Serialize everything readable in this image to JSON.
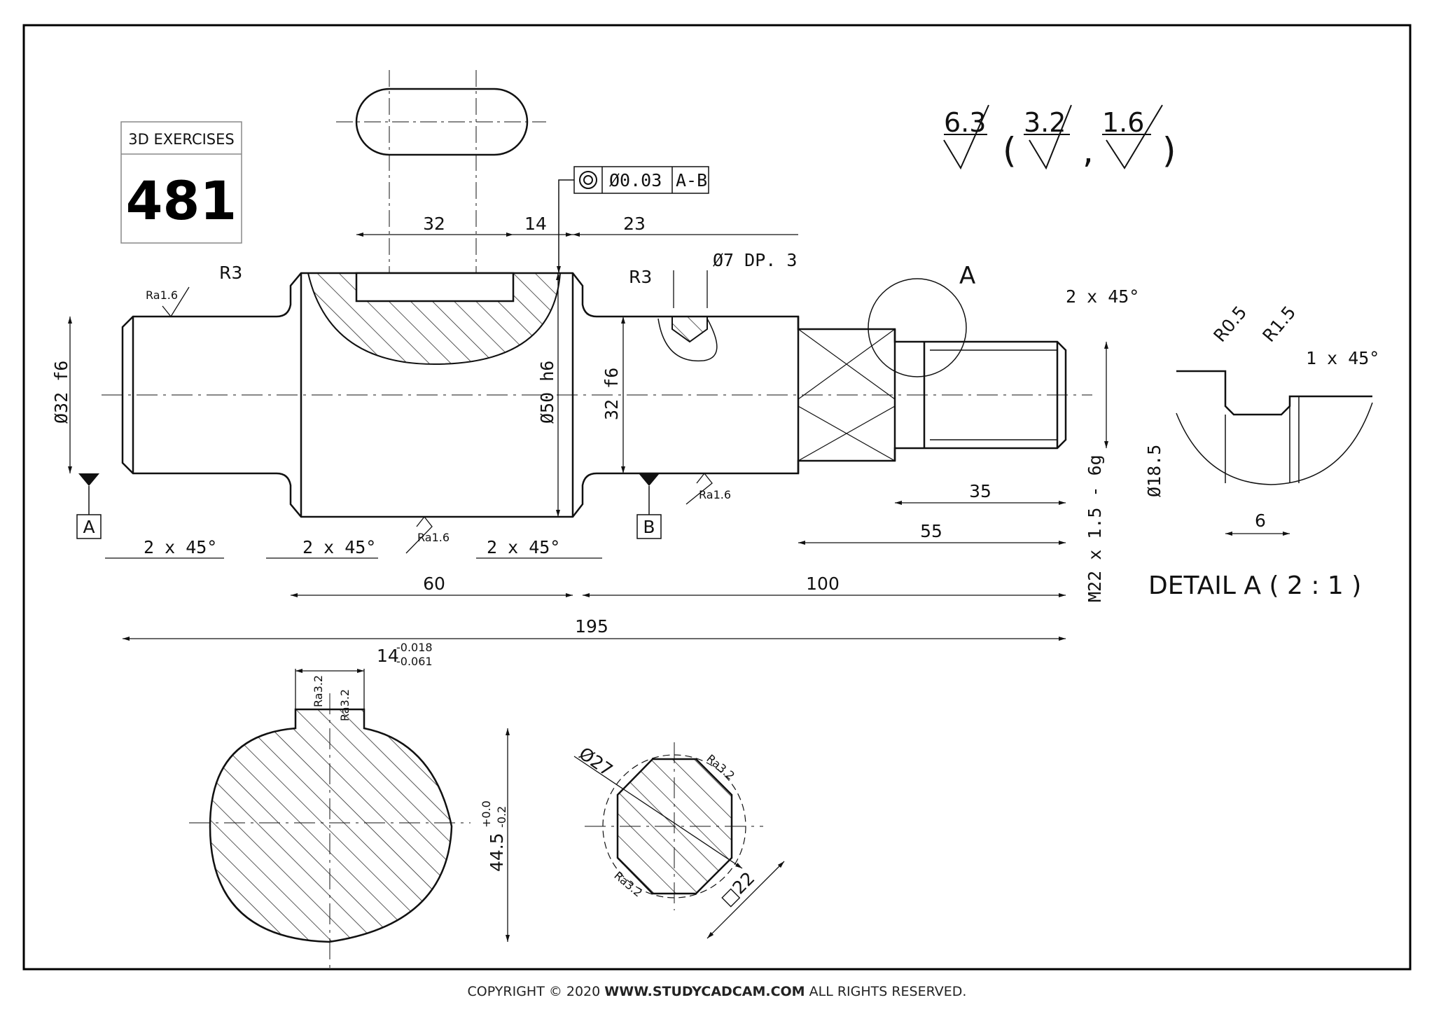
{
  "title_block": {
    "label": "3D EXERCISES",
    "number": "481"
  },
  "surface_finish": {
    "general": "6.3",
    "others": [
      "3.2",
      "1.6"
    ]
  },
  "gdt": {
    "symbol": "concentricity",
    "tolerance": "Ø0.03",
    "datum": "A-B"
  },
  "datums": [
    "A",
    "B"
  ],
  "dims": {
    "d_slot_len": "32",
    "d_slot_offset": "14",
    "d_hole_pos": "23",
    "d_hole": "Ø7 DP. 3",
    "r_left": "R3",
    "r_right": "R3",
    "chamfer_thread": "2 x 45°",
    "dia_left": "Ø32 f6",
    "dia_mid": "Ø50 h6",
    "dia_right": "32 f6",
    "thread": "M22 x 1.5 - 6g",
    "len_35": "35",
    "len_55": "55",
    "len_60": "60",
    "len_100": "100",
    "len_195": "195",
    "chamfer_a": "2 x 45°",
    "chamfer_b": "2 x 45°",
    "chamfer_c": "2 x 45°",
    "ra_left": "Ra1.6",
    "ra_mid": "Ra1.6",
    "ra_right": "Ra1.6",
    "key_width": "14",
    "key_tol_upper": "-0.018",
    "key_tol_lower": "-0.061",
    "key_ra1": "Ra3.2",
    "key_ra2": "Ra3.2",
    "section_depth": "44.5",
    "section_tol_upper": "+0.0",
    "section_tol_lower": "-0.2",
    "sq_dia": "Ø27",
    "sq_size": "□22",
    "sq_ra1": "Ra3.2",
    "sq_ra2": "Ra3.2"
  },
  "detail": {
    "label": "A",
    "title": "DETAIL A ( 2 : 1 )",
    "r05": "R0.5",
    "r15": "R1.5",
    "chamfer": "1 x 45°",
    "dia": "Ø18.5",
    "width": "6"
  },
  "copyright": {
    "prefix": "COPYRIGHT © 2020",
    "site": "WWW.STUDYCADCAM.COM",
    "suffix": "ALL RIGHTS RESERVED."
  }
}
